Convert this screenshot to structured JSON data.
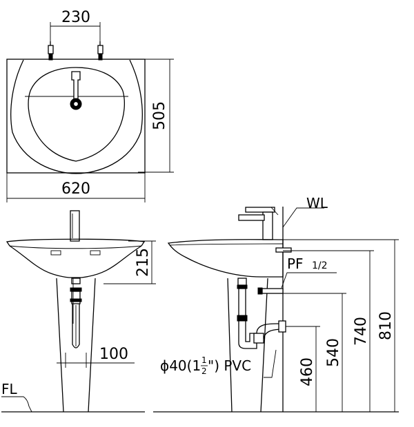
{
  "top_view": {
    "faucet_spacing": "230",
    "basin_depth": "505",
    "basin_width": "620"
  },
  "front_view": {
    "basin_height": "215",
    "pedestal_width": "100",
    "floor_label": "FL"
  },
  "side_view": {
    "wall_label": "WL",
    "supply_label": "PF",
    "supply_size": "1/2",
    "drain_prefix": "ϕ40(1",
    "drain_fraction_top": "1",
    "drain_fraction_bottom": "2",
    "drain_suffix": "\") PVC",
    "height_drain": "460",
    "height_supply": "540",
    "height_rim": "740",
    "height_overall": "810"
  }
}
